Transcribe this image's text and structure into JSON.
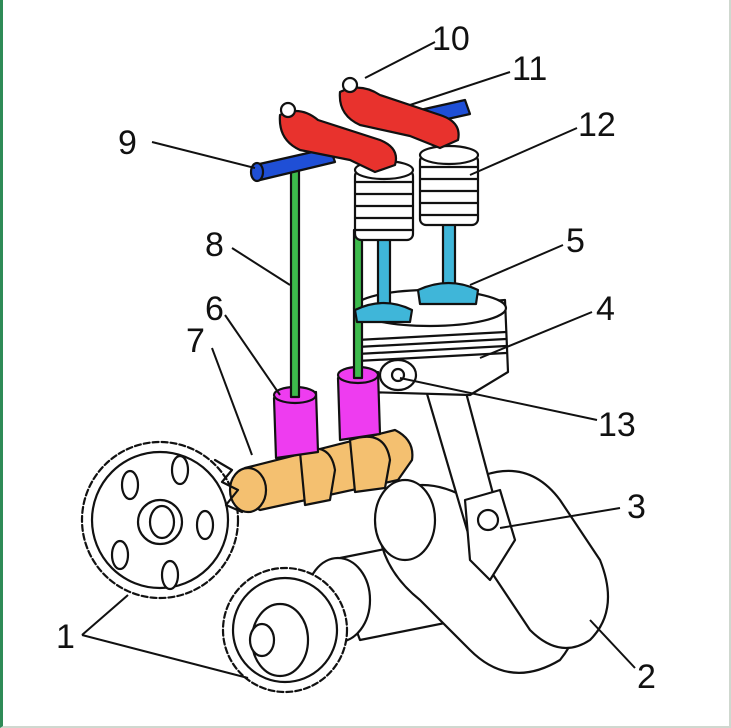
{
  "diagram": {
    "callouts": [
      {
        "id": "1",
        "text": "1"
      },
      {
        "id": "2",
        "text": "2"
      },
      {
        "id": "3",
        "text": "3"
      },
      {
        "id": "4",
        "text": "4"
      },
      {
        "id": "5",
        "text": "5"
      },
      {
        "id": "6",
        "text": "6"
      },
      {
        "id": "7",
        "text": "7"
      },
      {
        "id": "8",
        "text": "8"
      },
      {
        "id": "9",
        "text": "9"
      },
      {
        "id": "10",
        "text": "10"
      },
      {
        "id": "11",
        "text": "11"
      },
      {
        "id": "12",
        "text": "12"
      },
      {
        "id": "13",
        "text": "13"
      }
    ],
    "colors": {
      "rocker_arm": "#e8322d",
      "rocker_shaft": "#1f4fd6",
      "valve": "#3fb6d9",
      "pushrod": "#3dbb4c",
      "tappet": "#ee3cf0",
      "camshaft": "#f4c070",
      "outline": "#111111",
      "frame_accent": "#2e8b57"
    }
  }
}
